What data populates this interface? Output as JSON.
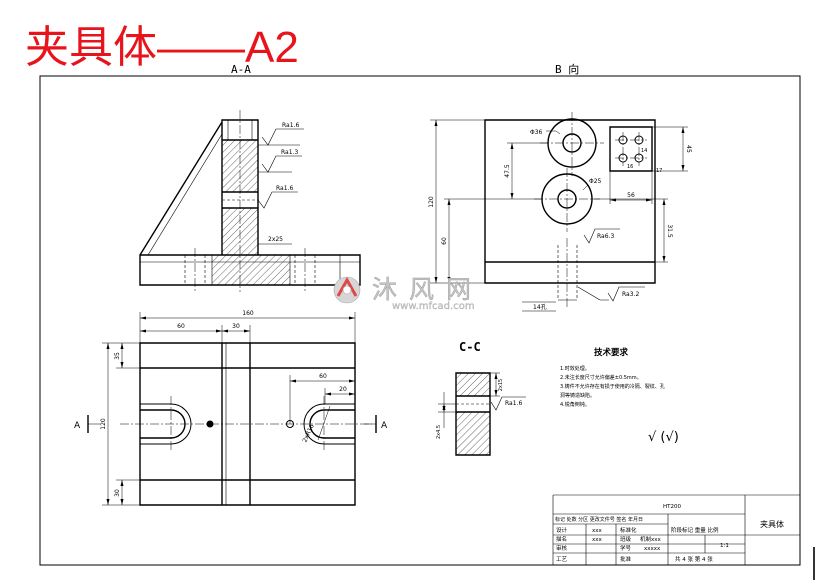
{
  "title": "夹具体——A2",
  "views": {
    "aa": "A-A",
    "b": "B 向",
    "cc": "C-C"
  },
  "aa_section": {
    "ra_top": "Ra1.6",
    "ra_mid": "Ra1.3",
    "ra_low": "Ra1.6",
    "base_dim": "2x25"
  },
  "b_view": {
    "hole_top": "Φ36",
    "hole_bottom": "Φ25",
    "height": "120",
    "lower": "60",
    "center_distance": "47.5",
    "right": "31.5",
    "plate_height": "45",
    "plate_width": "56",
    "plate_a": "14",
    "plate_b": "16",
    "plate_c": "17",
    "ra_face": "Ra6.3",
    "ra_slot": "Ra3.2",
    "slot_note": "14孔"
  },
  "top_view": {
    "width": "160",
    "left": "60",
    "mid": "30",
    "height": "120",
    "top_band": "35",
    "bottom_band": "30",
    "right_span": "60",
    "right_small": "20",
    "radius": "2xR16",
    "section_left": "A",
    "section_right": "A"
  },
  "cc_section": {
    "dim_right": "2x15",
    "dim_left": "2x4.5",
    "ra": "Ra1.6"
  },
  "tech": {
    "heading": "技术要求",
    "lines": [
      "1.时效处理。",
      "2.未注长度尺寸允许偏差±0.5mm。",
      "3.铸件不允许存在有损于使用的冷隔、裂纹、孔",
      "洞等铸造缺陷。",
      "4.锐角倒钝。"
    ]
  },
  "roughness_note": "√ (√)",
  "title_block": {
    "material": "HT200",
    "header": "标记 处数 分区 更改文件号 签名 年月日",
    "design_label": "设计",
    "design_name": "xxx",
    "std_label": "标准化",
    "stage_header": "阶段标记 重量 比例",
    "draw_label": "描名",
    "draw_name": "xxx",
    "class_label": "班级",
    "class_value": "机制xxx",
    "check_label": "审核",
    "id_label": "学号",
    "id_value": "xxxxx",
    "scale": "1:1",
    "craft_label": "工艺",
    "approve_label": "批准",
    "sheets": "共 4 张 第 4 张",
    "part_name": "夹具体"
  },
  "watermark": {
    "name": "沐风网",
    "url": "www.mfcad.com"
  },
  "colors": {
    "title": "#e8141c",
    "line": "#000000",
    "watermark": "#c4c4c4"
  }
}
